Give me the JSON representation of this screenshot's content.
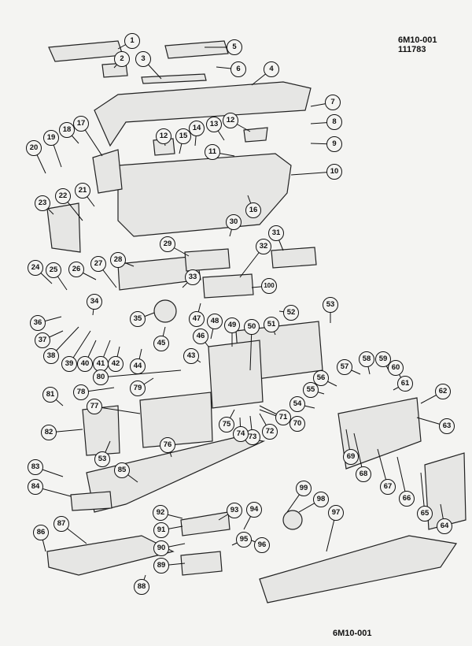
{
  "header": {
    "drawing_code": "6M10-001",
    "date_code": "111783"
  },
  "footer": {
    "drawing_code": "6M10-001"
  },
  "callouts": [
    "1",
    "2",
    "3",
    "4",
    "5",
    "6",
    "7",
    "8",
    "9",
    "10",
    "11",
    "12",
    "12",
    "13",
    "14",
    "15",
    "16",
    "17",
    "18",
    "19",
    "20",
    "21",
    "22",
    "23",
    "24",
    "25",
    "26",
    "27",
    "28",
    "29",
    "30",
    "31",
    "32",
    "33",
    "34",
    "35",
    "36",
    "37",
    "38",
    "39",
    "40",
    "41",
    "42",
    "43",
    "44",
    "45",
    "46",
    "47",
    "48",
    "49",
    "50",
    "51",
    "52",
    "53",
    "53",
    "54",
    "55",
    "56",
    "57",
    "58",
    "59",
    "60",
    "61",
    "62",
    "63",
    "64",
    "65",
    "66",
    "67",
    "68",
    "69",
    "70",
    "71",
    "72",
    "73",
    "74",
    "75",
    "76",
    "77",
    "78",
    "79",
    "80",
    "81",
    "82",
    "83",
    "84",
    "85",
    "86",
    "87",
    "88",
    "89",
    "90",
    "91",
    "92",
    "93",
    "94",
    "95",
    "96",
    "97",
    "98",
    "99",
    "100"
  ]
}
